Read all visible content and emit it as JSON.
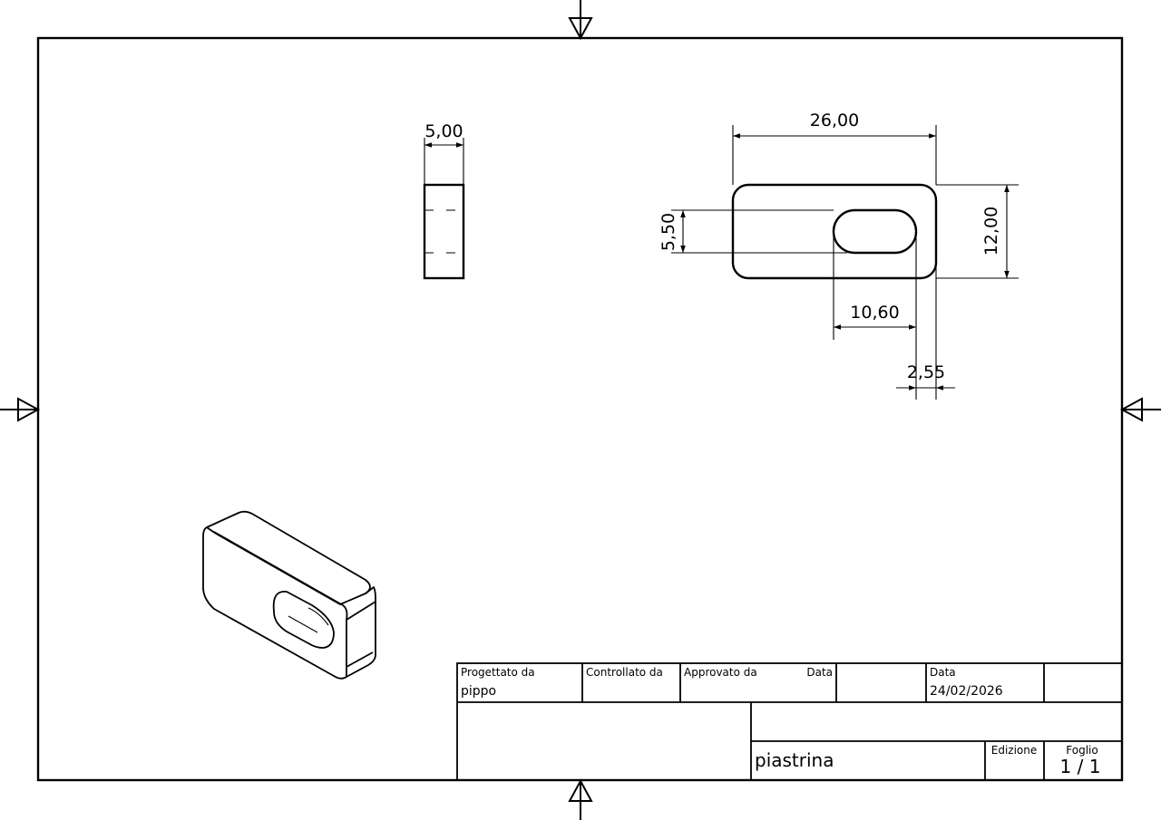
{
  "dimensions": {
    "side_width": "5,00",
    "top_length": "26,00",
    "height": "12,00",
    "slot_height": "5,50",
    "slot_length": "10,60",
    "slot_offset": "2,55"
  },
  "title_block": {
    "designed_by_label": "Progettato da",
    "designed_by_value": "pippo",
    "checked_by_label": "Controllato da",
    "approved_by_label": "Approvato da",
    "approved_date_label": "Data",
    "date_label": "Data",
    "date_value": "24/02/2026",
    "part_name": "piastrina",
    "edition_label": "Edizione",
    "sheet_label": "Foglio",
    "sheet_value": "1 / 1"
  }
}
